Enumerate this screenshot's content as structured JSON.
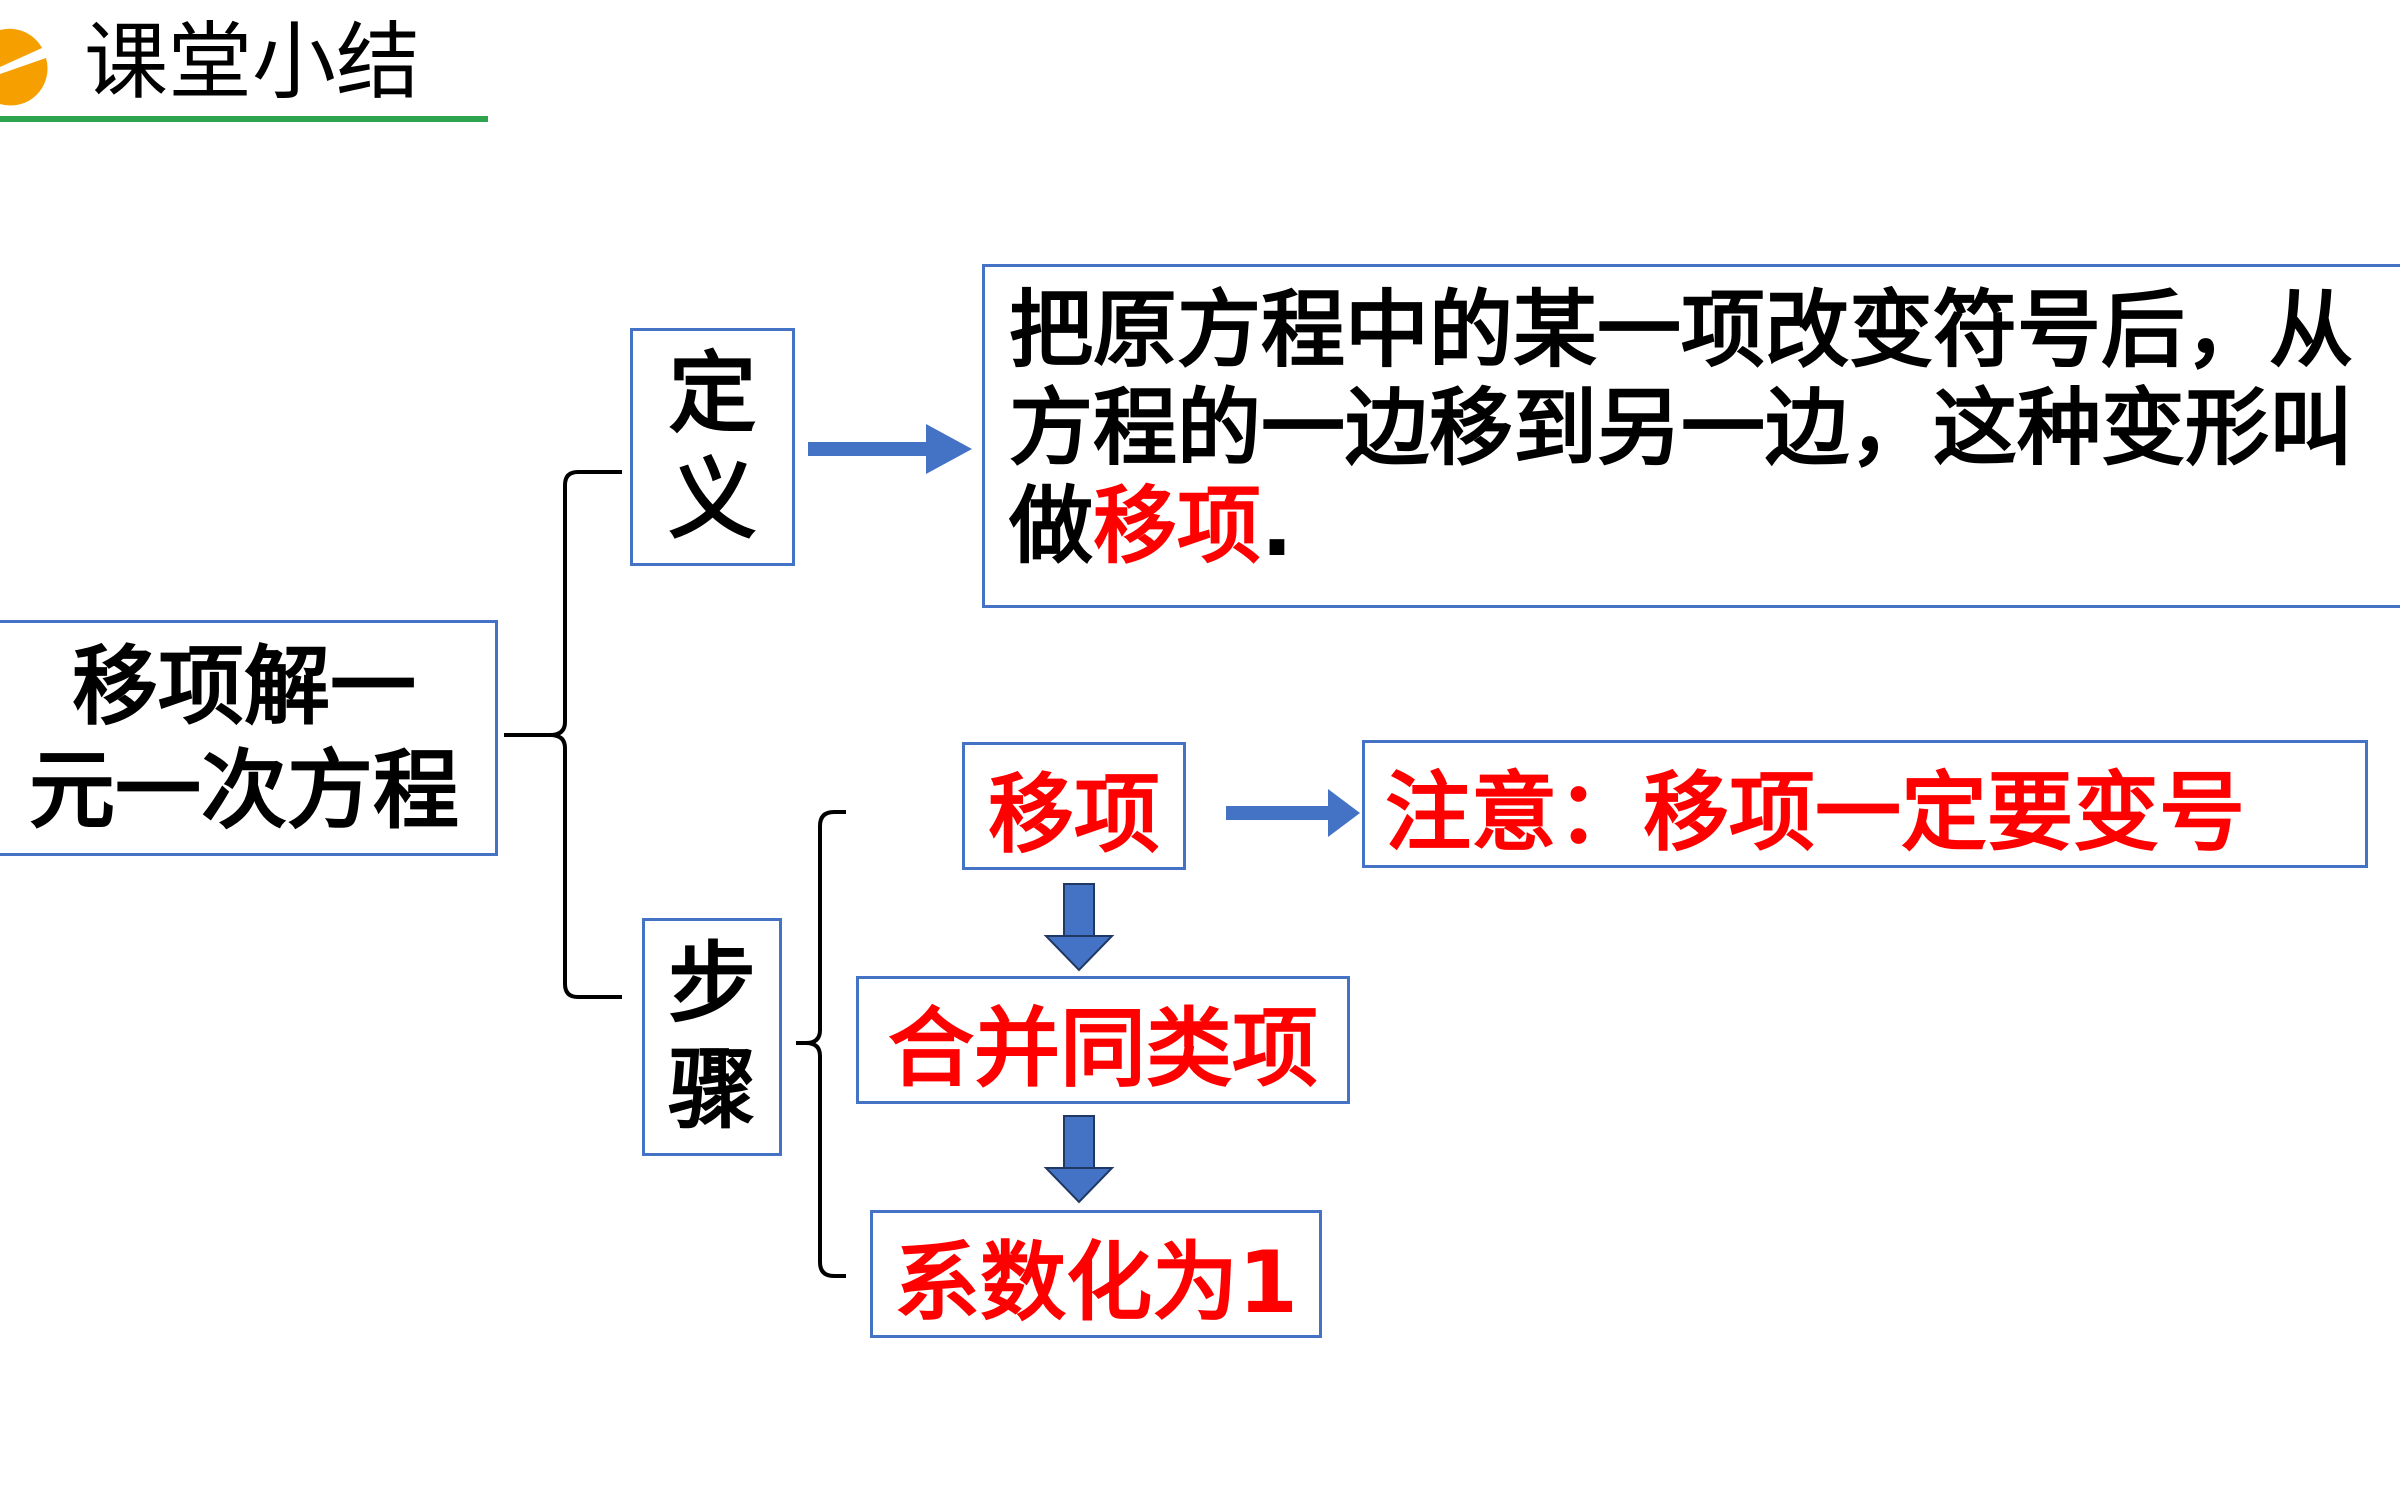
{
  "header": {
    "title": "课堂小结",
    "accent_color": "#f5a000",
    "underline_color": "#2ea44f"
  },
  "root": {
    "line1": "移项解一",
    "line2": "元一次方程"
  },
  "definition": {
    "label_line1": "定",
    "label_line2": "义",
    "text_line1": "把原方程中的某一项改变符号后，从",
    "text_line2": "方程的一边移到另一边，这种变形叫",
    "text_line3_prefix": "做",
    "text_line3_highlight": "移项",
    "text_line3_suffix": "."
  },
  "steps": {
    "label_line1": "步",
    "label_line2": "骤",
    "items": [
      "移项",
      "合并同类项",
      "系数化为1"
    ],
    "note": "注意：移项一定要变号"
  },
  "colors": {
    "box_border": "#4472c4",
    "arrow": "#4472c4",
    "highlight": "#ff0000"
  }
}
